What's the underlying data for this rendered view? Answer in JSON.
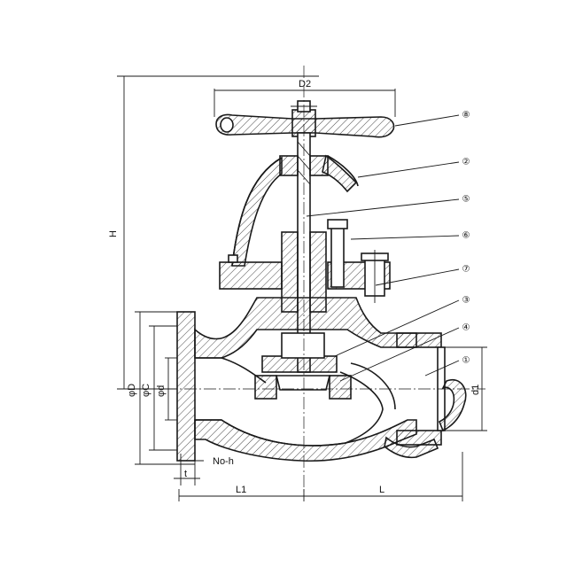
{
  "dimensions": {
    "D2": "D2",
    "H": "H",
    "phiD": "φD",
    "phiC": "φC",
    "phid": "φd",
    "d1": "d1",
    "No_h": "No-h",
    "t": "t",
    "L1": "L1",
    "L": "L"
  },
  "callouts": [
    "⑧",
    "②",
    "⑤",
    "⑥",
    "⑦",
    "③",
    "④",
    "①"
  ]
}
